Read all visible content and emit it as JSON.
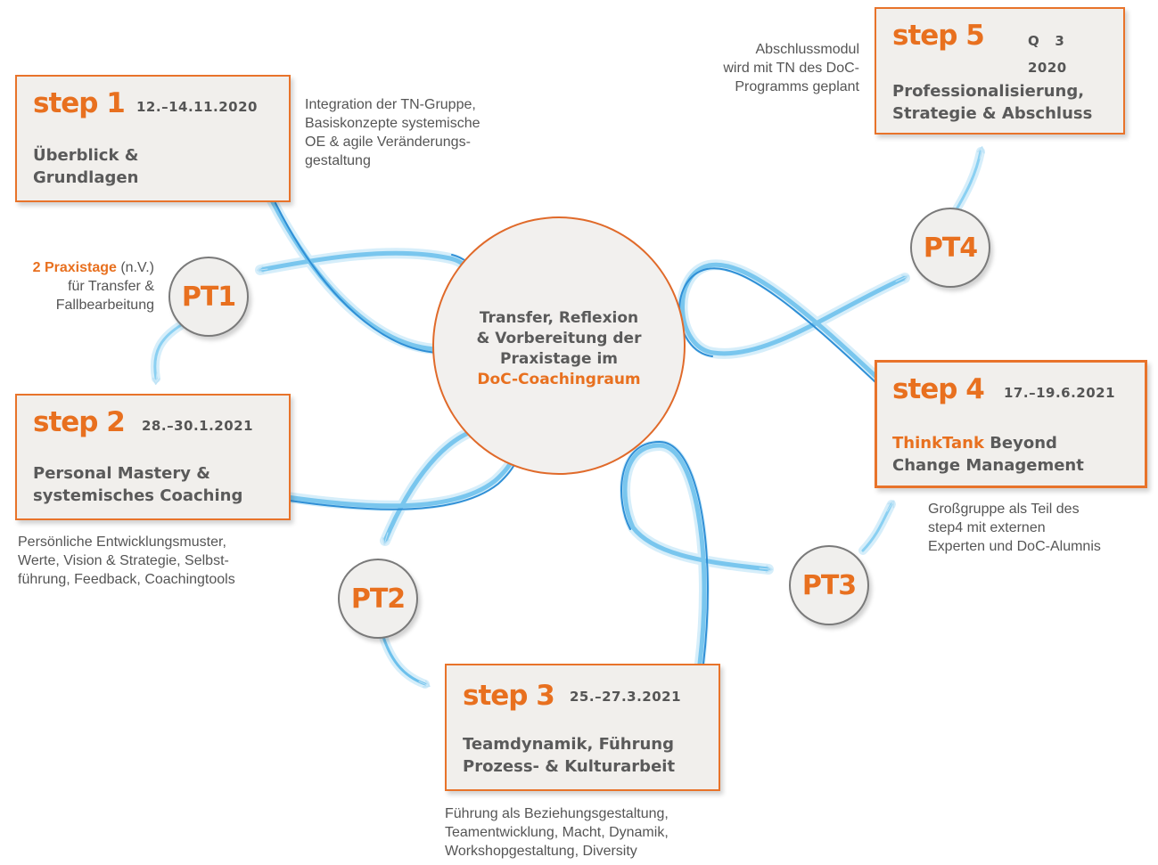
{
  "colors": {
    "accent": "#e8701f",
    "box_fill": "#f1efec",
    "text": "#5a5a5a",
    "ribbon_light": "#cfeaf8",
    "ribbon_mid": "#7cc8ee",
    "ribbon_dark": "#2f8fd6"
  },
  "steps": [
    {
      "label": "step 1",
      "date": "12.–14.11.2020",
      "title_lines": [
        "Überblick &",
        "Grundlagen"
      ]
    },
    {
      "label": "step 2",
      "date": "28.–30.1.2021",
      "title_lines": [
        "Personal Mastery &",
        "systemisches Coaching"
      ]
    },
    {
      "label": "step 3",
      "date": "25.–27.3.2021",
      "title_lines": [
        "Teamdynamik, Führung",
        "Prozess- & Kulturarbeit"
      ]
    },
    {
      "label": "step 4",
      "date": "17.–19.6.2021",
      "title_accent": "ThinkTank",
      "title_rest": " Beyond",
      "title_line2": "Change Management"
    },
    {
      "label": "step 5",
      "date_lines": [
        "Q   3",
        "2020"
      ],
      "title_lines": [
        "Professionalisierung,",
        "Strategie & Abschluss"
      ]
    }
  ],
  "notes": {
    "step1": [
      "Integration der TN-Gruppe,",
      "Basiskonzepte systemische",
      "OE & agile Veränderungs-",
      "gestaltung"
    ],
    "praxistage_accent": "2 Praxistage",
    "praxistage_rest": " (n.V.)",
    "praxistage_lines": [
      "für Transfer &",
      "Fallbearbeitung"
    ],
    "step2": [
      "Persönliche Entwicklungsmuster,",
      "Werte, Vision & Strategie, Selbst-",
      "führung, Feedback, Coachingtools"
    ],
    "step3": [
      "Führung als Beziehungsgestaltung,",
      "Teamentwicklung, Macht, Dynamik,",
      "Workshopgestaltung, Diversity"
    ],
    "step4": [
      "Großgruppe als Teil des",
      "step4 mit externen",
      "Experten und DoC-Alumnis"
    ],
    "step5": [
      "Abschlussmodul",
      "wird mit TN des DoC-",
      "Programms geplant"
    ]
  },
  "practice_days": [
    "PT1",
    "PT2",
    "PT3",
    "PT4"
  ],
  "center": {
    "lines": [
      "Transfer, Reflexion",
      "& Vorbereitung der",
      "Praxistage im"
    ],
    "accent_line": "DoC-Coachingraum"
  }
}
